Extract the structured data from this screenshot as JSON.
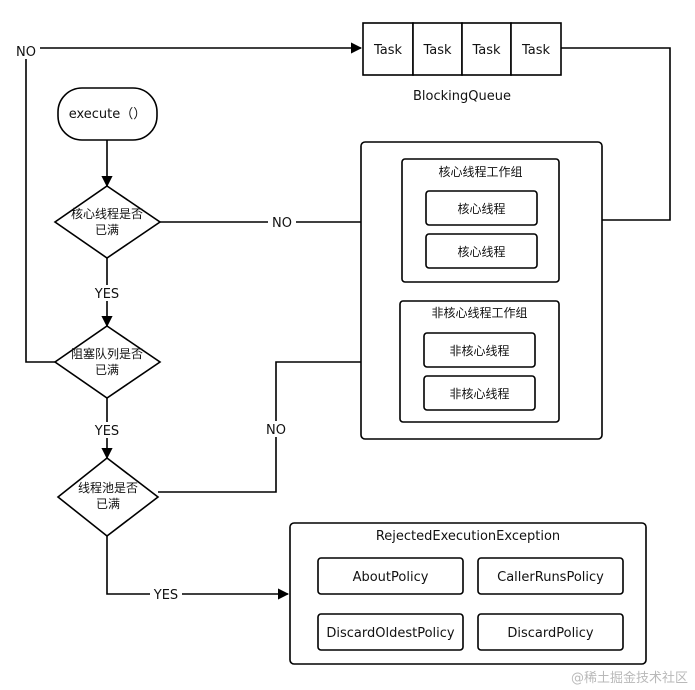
{
  "start": "execute（）",
  "queue": {
    "tasks": [
      "Task",
      "Task",
      "Task",
      "Task"
    ],
    "label": "BlockingQueue"
  },
  "decisions": [
    [
      "核心线程是否",
      "已满"
    ],
    [
      "阻塞队列是否",
      "已满"
    ],
    [
      "线程池是否",
      "已满"
    ]
  ],
  "edge_labels": {
    "no_top": "NO",
    "no_core": "NO",
    "no_pool": "NO",
    "yes_1": "YES",
    "yes_2": "YES",
    "yes_3": "YES"
  },
  "core_group": {
    "title": "核心线程工作组",
    "threads": [
      "核心线程",
      "核心线程"
    ]
  },
  "noncore_group": {
    "title": "非核心线程工作组",
    "threads": [
      "非核心线程",
      "非核心线程"
    ]
  },
  "rejected": {
    "title": "RejectedExecutionException",
    "policies": [
      "AboutPolicy",
      "CallerRunsPolicy",
      "DiscardOldestPolicy",
      "DiscardPolicy"
    ]
  },
  "watermark": "@稀土掘金技术社区"
}
